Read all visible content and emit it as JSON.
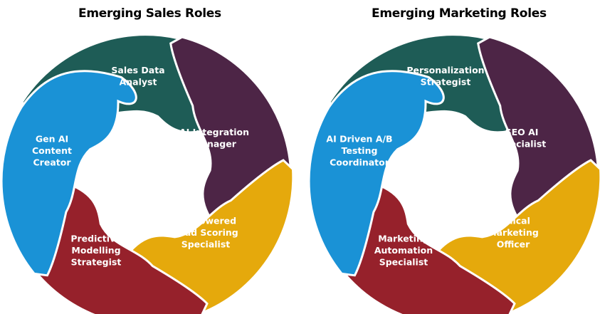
{
  "diagrams": [
    {
      "title": "Emerging Sales Roles",
      "roles": [
        {
          "lines": [
            "Sales Data",
            "Analyst"
          ],
          "color": "#1e5c56"
        },
        {
          "lines": [
            "AI Integration",
            "Manager"
          ],
          "color": "#4d2546"
        },
        {
          "lines": [
            "ML Powered",
            "Lead Scoring",
            "Specialist"
          ],
          "color": "#e5a90c"
        },
        {
          "lines": [
            "Predictive",
            "Modelling",
            "Strategist"
          ],
          "color": "#96212b"
        },
        {
          "lines": [
            "Gen AI",
            "Content",
            "Creator"
          ],
          "color": "#1a92d6"
        }
      ]
    },
    {
      "title": "Emerging Marketing Roles",
      "roles": [
        {
          "lines": [
            "Personalization",
            "Strategist"
          ],
          "color": "#1e5c56"
        },
        {
          "lines": [
            "SEO AI",
            "Specialist"
          ],
          "color": "#4d2546"
        },
        {
          "lines": [
            "Ethical",
            "Marketing",
            "Officer"
          ],
          "color": "#e5a90c"
        },
        {
          "lines": [
            "Marketing",
            "Automation",
            "Specialist"
          ],
          "color": "#96212b"
        },
        {
          "lines": [
            "AI Driven A/B",
            "Testing",
            "Coordinator"
          ],
          "color": "#1a92d6"
        }
      ]
    }
  ]
}
